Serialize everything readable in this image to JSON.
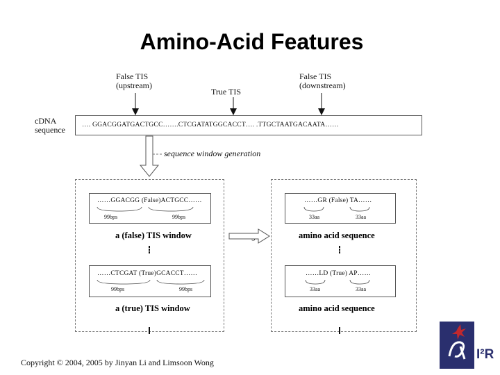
{
  "title": "Amino-Acid Features",
  "labels": {
    "false_tis_up": "False TIS\n(upstream)",
    "true_tis": "True TIS",
    "false_tis_down": "False TIS\n(downstream)",
    "cdna": "cDNA\nsequence",
    "cdna_seq": "…. GGACGGATGACTGCC…….CTCGATATGGCACCT…. .TTGCTAATGACAATA……",
    "window_gen": "sequence window generation",
    "coding": "coding"
  },
  "false_window": {
    "seq": "……GGACGG (False)ACTGCC……",
    "left_bp": "99bps",
    "right_bp": "99bps",
    "caption": "a (false) TIS window"
  },
  "true_window": {
    "seq": "……CTCGAT (True)GCACCT……",
    "left_bp": "99bps",
    "right_bp": "99bps",
    "caption": "a (true) TIS window"
  },
  "false_amino": {
    "seq": "……GR (False) TA……",
    "left_aa": "33aa",
    "right_aa": "33aa",
    "caption": "amino acid sequence"
  },
  "true_amino": {
    "seq": "……LD (True) AP……",
    "left_aa": "33aa",
    "right_aa": "33aa",
    "caption": "amino acid sequence"
  },
  "footer": "Copyright © 2004, 2005 by Jinyan Li and Limsoon Wong",
  "logo": {
    "text": "I²R",
    "bg": "#2a2f6e",
    "accent": "#c0282d"
  }
}
